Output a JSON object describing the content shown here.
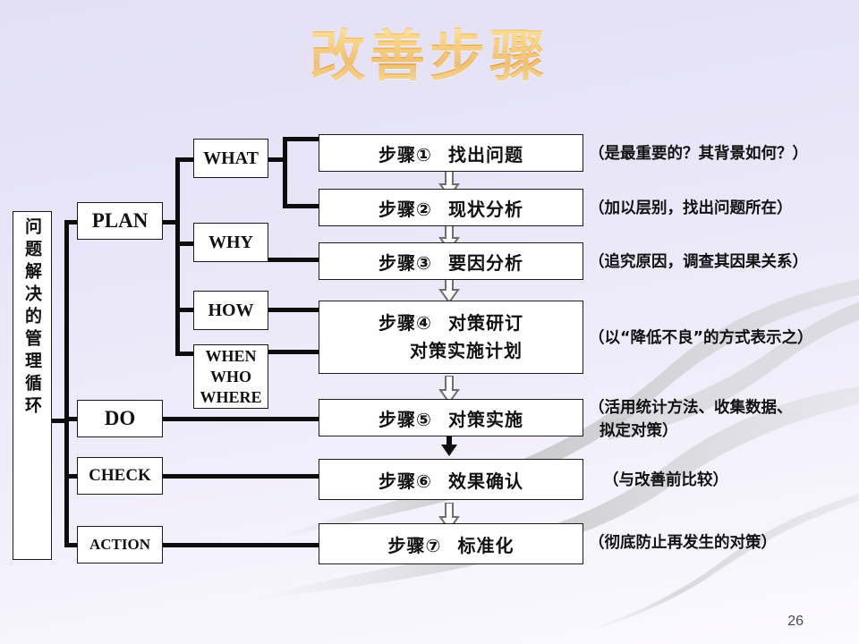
{
  "title": "改善步骤",
  "page_number": "26",
  "colors": {
    "title_gold": "#f0a81a",
    "background_top": "#e3e0f5",
    "background_bottom": "#fbfaff",
    "line": "#0d0d0d",
    "box_fill": "#ffffff",
    "deco_ribbon": "#bfbfbf"
  },
  "cycle": {
    "label": "问题解决的管理循环"
  },
  "pdca": [
    {
      "label": "PLAN"
    },
    {
      "label": "DO"
    },
    {
      "label": "CHECK"
    },
    {
      "label": "ACTION"
    }
  ],
  "w5h": [
    {
      "label": "WHAT"
    },
    {
      "label": "WHY"
    },
    {
      "label": "HOW"
    },
    {
      "line1": "WHEN",
      "line2": "WHO",
      "line3": "WHERE"
    }
  ],
  "steps": [
    {
      "num": "步骤①",
      "text": "找出问题"
    },
    {
      "num": "步骤②",
      "text": "现状分析"
    },
    {
      "num": "步骤③",
      "text": "要因分析"
    },
    {
      "num": "步骤④",
      "text": "对策研订",
      "text2": "对策实施计划"
    },
    {
      "num": "步骤⑤",
      "text": "对策实施"
    },
    {
      "num": "步骤⑥",
      "text": "效果确认"
    },
    {
      "num": "步骤⑦",
      "text": "标准化"
    }
  ],
  "notes": [
    {
      "text": "（是最重要的？其背景如何？）"
    },
    {
      "text": "（加以层别，找出问题所在）"
    },
    {
      "text": "（追究原因，调查其因果关系）"
    },
    {
      "text": "（以“降低不良”的方式表示之）"
    },
    {
      "line1": "（活用统计方法、收集数据、",
      "line2": "拟定对策）"
    },
    {
      "text": "（与改善前比较）"
    },
    {
      "text": "（彻底防止再发生的对策）"
    }
  ]
}
